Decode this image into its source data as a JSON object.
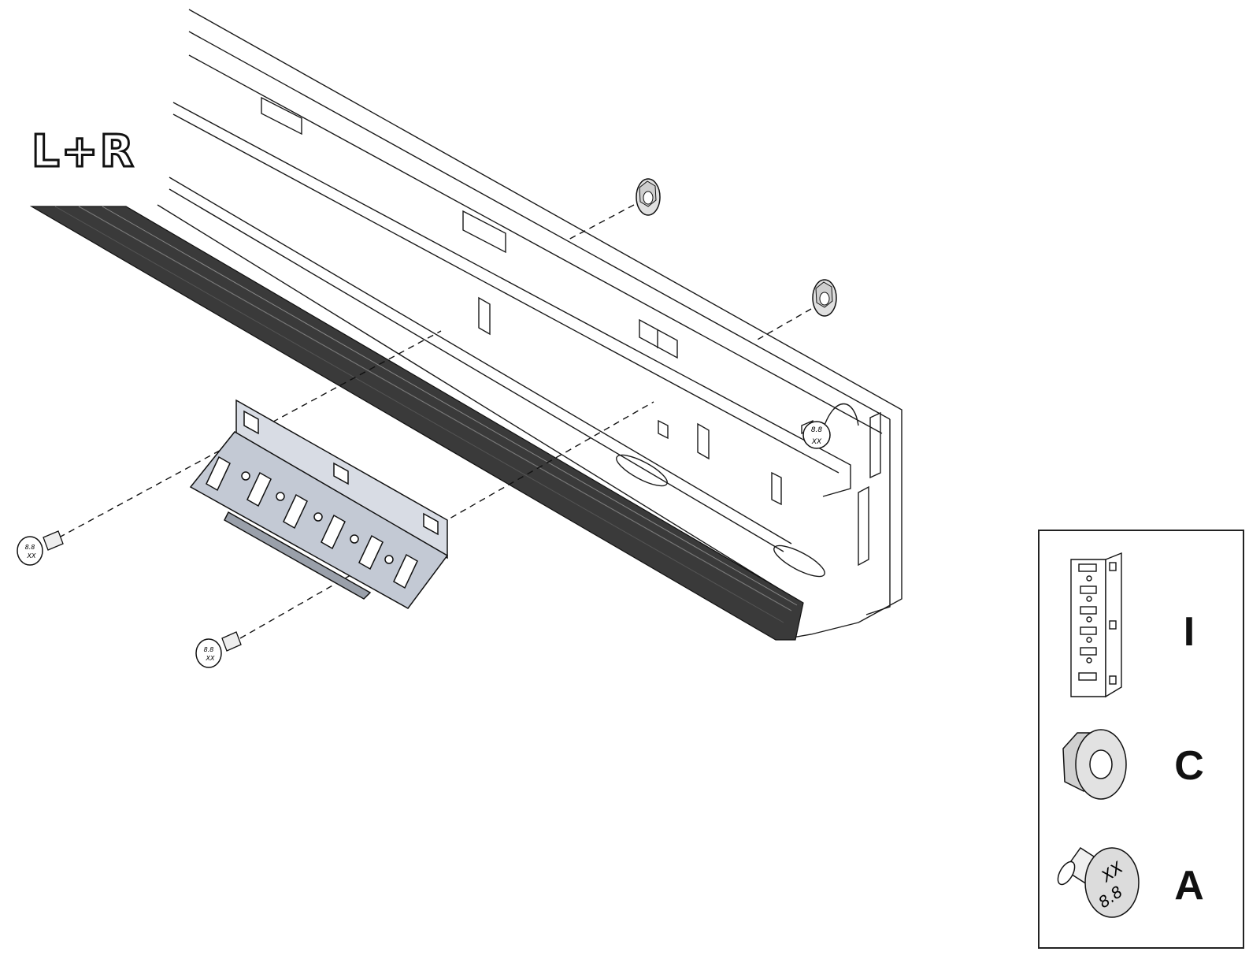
{
  "side_label": "L+R",
  "parts_legend": [
    {
      "letter": "I",
      "part_icon": "mounting-bracket-icon"
    },
    {
      "letter": "C",
      "part_icon": "flange-nut-icon"
    },
    {
      "letter": "A",
      "part_icon": "bolt-icon"
    }
  ],
  "bolt_marking": {
    "brand": "XX",
    "grade": "8.8"
  },
  "colors": {
    "line": "#1a1a1a",
    "rail_seal": "#3a3a3a",
    "bracket": "#c3c9d4",
    "nut": "#d9d9d9"
  }
}
